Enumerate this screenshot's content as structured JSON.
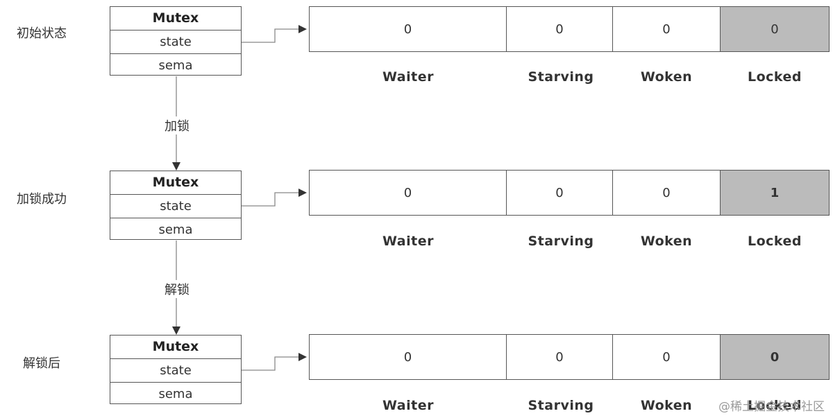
{
  "stages": [
    {
      "label": "初始状态",
      "mutex": {
        "title": "Mutex",
        "field1": "state",
        "field2": "sema"
      },
      "values": {
        "waiter": "0",
        "starving": "0",
        "woken": "0",
        "locked": "0"
      },
      "locked_bold": false
    },
    {
      "label": "加锁成功",
      "mutex": {
        "title": "Mutex",
        "field1": "state",
        "field2": "sema"
      },
      "values": {
        "waiter": "0",
        "starving": "0",
        "woken": "0",
        "locked": "1"
      },
      "locked_bold": true
    },
    {
      "label": "解锁后",
      "mutex": {
        "title": "Mutex",
        "field1": "state",
        "field2": "sema"
      },
      "values": {
        "waiter": "0",
        "starving": "0",
        "woken": "0",
        "locked": "0"
      },
      "locked_bold": true
    }
  ],
  "field_labels": {
    "waiter": "Waiter",
    "starving": "Starving",
    "woken": "Woken",
    "locked": "Locked"
  },
  "transitions": [
    "加锁",
    "解锁"
  ],
  "watermark": "@稀土掘金技术社区",
  "colors": {
    "locked_fill": "#bbbbbb",
    "stroke": "#555555"
  }
}
